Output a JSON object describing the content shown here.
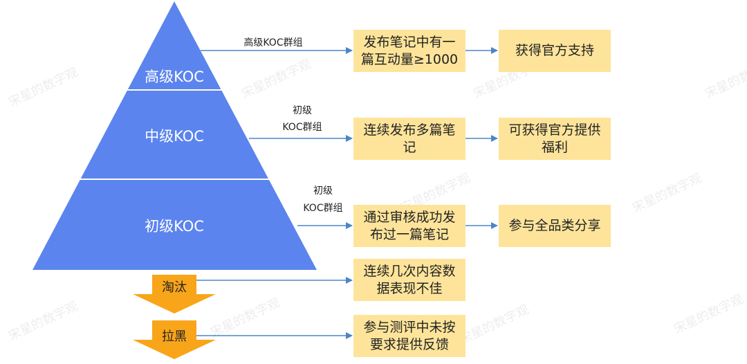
{
  "watermark": "宋星的数字观",
  "pyramid": {
    "tiers": [
      {
        "label": "高级KOC"
      },
      {
        "label": "中级KOC"
      },
      {
        "label": "初级KOC"
      }
    ]
  },
  "actions": [
    {
      "label": "淘汰"
    },
    {
      "label": "拉黑"
    }
  ],
  "edge_labels": {
    "row1": "高级KOC群组",
    "row2_line1": "初级",
    "row2_line2": "KOC群组",
    "row3_line1": "初级",
    "row3_line2": "KOC群组"
  },
  "conditions": [
    "发布笔记中有一篇互动量≥1000",
    "连续发布多篇笔记",
    "通过审核成功发布过一篇笔记",
    "连续几次内容数据表现不佳",
    "参与测评中未按要求提供反馈"
  ],
  "rewards": [
    "获得官方支持",
    "可获得官方提供福利",
    "参与全品类分享"
  ],
  "colors": {
    "pyramid": "#5b84ee",
    "box": "#fde49a",
    "down_arrow": "#f9a51a",
    "line": "#4a86c8"
  }
}
